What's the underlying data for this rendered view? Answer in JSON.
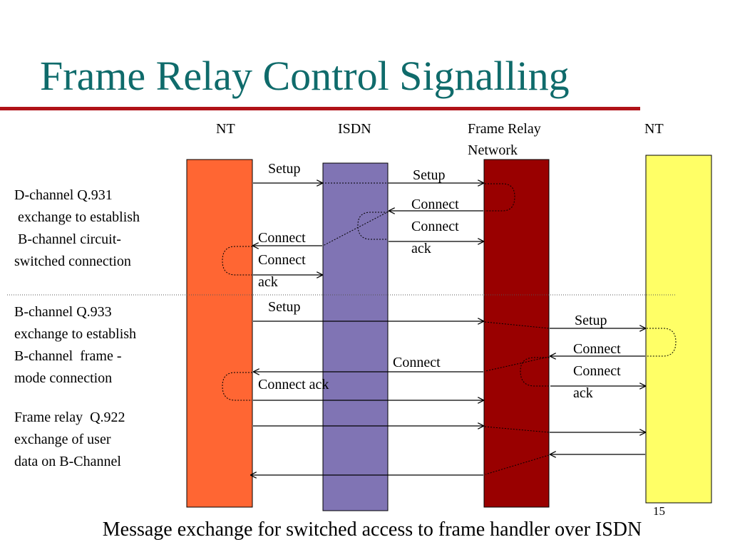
{
  "slide": {
    "title": "Frame Relay Control Signalling",
    "caption": "Message exchange for switched access to frame handler over ISDN",
    "page_number": "15"
  },
  "columns": {
    "nt_left": "NT",
    "isdn": "ISDN",
    "frame_relay": "Frame Relay\nNetwork",
    "nt_right": "NT"
  },
  "phases": {
    "q931": "D-channel Q.931\n exchange to establish\n B-channel circuit-\nswitched connection",
    "q933": "B-channel Q.933\nexchange to establish\nB-channel  frame -\nmode connection",
    "q922": "Frame relay  Q.922\nexchange of user\ndata on B-Channel"
  },
  "messages": {
    "setup_1": "Setup",
    "setup_2": "Setup",
    "connect_1": "Connect",
    "connect_ack_1": "Connect\nack",
    "connect_2": "Connect",
    "connect_ack_2": "Connect\nack",
    "setup_3": "Setup",
    "setup_4": "Setup",
    "connect_3": "Connect",
    "connect_ack_3": "Connect\nack",
    "connect_4": "Connect",
    "connect_ack_4": "Connect ack"
  },
  "colors": {
    "title": "#0f6b6b",
    "rule": "#b01218",
    "nt_left_bar": "#ff6633",
    "isdn_bar": "#8074b4",
    "frame_relay_bar": "#990000",
    "nt_right_bar": "#ffff66"
  }
}
